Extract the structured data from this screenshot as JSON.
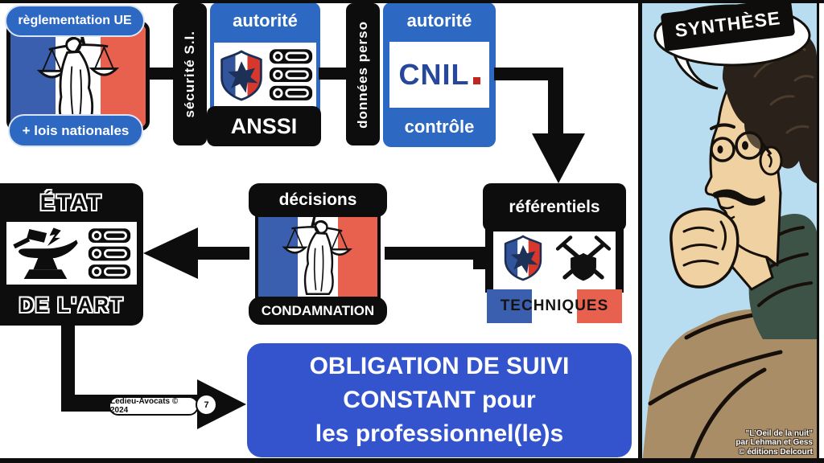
{
  "colors": {
    "accent_blue": "#2d68c3",
    "obligation_blue": "#3454cd",
    "flag_blue": "#3a5fae",
    "flag_red": "#e8604e",
    "black": "#0d0d0d",
    "cnil_blue": "#26479c",
    "cnil_dot_red": "#c1271d",
    "sky": "#b8ddf1"
  },
  "flow": {
    "regulation": {
      "top": "règlementation UE",
      "bottom": "+ lois nationales"
    },
    "securite_bar": "sécurité S.I.",
    "anssi": {
      "header": "autorité",
      "name": "ANSSI"
    },
    "donnees_bar": "données perso",
    "cnil": {
      "header": "autorité",
      "logo": "CNIL",
      "footer": "contrôle"
    },
    "referentiels": {
      "header": "référentiels",
      "footer": "TECHNIQUES"
    },
    "decisions": {
      "header": "décisions",
      "footer": "CONDAMNATION"
    },
    "etat": {
      "header": "ÉTAT",
      "footer": "DE L'ART"
    },
    "obligation": {
      "line1": "OBLIGATION DE SUIVI",
      "line2": "CONSTANT pour",
      "line3": "les professionnel(le)s"
    },
    "credit": {
      "label": "Ledieu-Avocats © 2024",
      "page": "7"
    }
  },
  "comic": {
    "bubble_label": "SYNTHÈSE",
    "caption": {
      "line1": "\"L'Oeil de la nuit\"",
      "line2": "par Lehman et Gess",
      "line3": "©  éditions Delcourt"
    }
  }
}
